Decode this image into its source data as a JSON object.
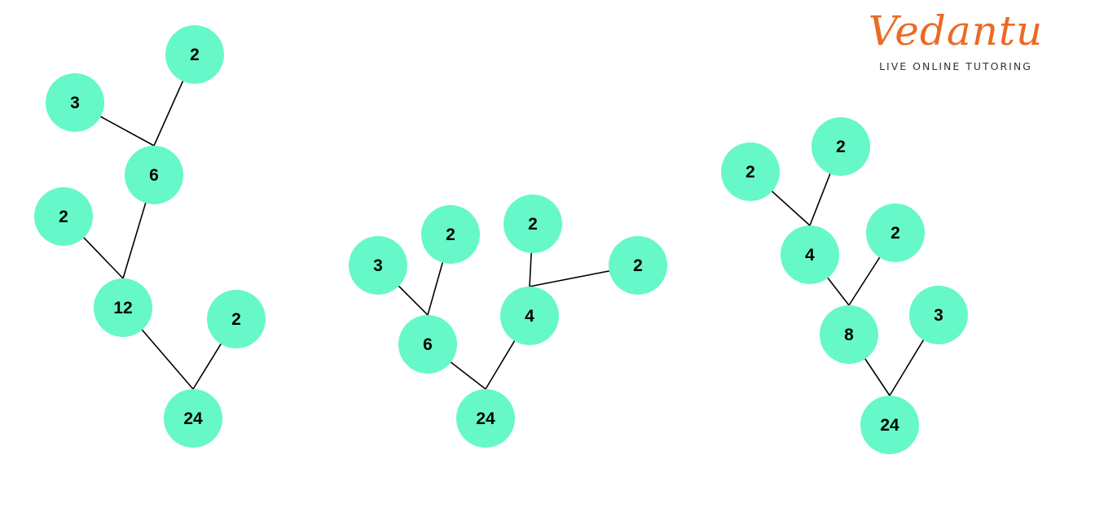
{
  "colors": {
    "node": "#66f8c8",
    "edge": "#000000",
    "brand": "#ec6a23"
  },
  "logo": {
    "wordmark": "Vedantu",
    "tagline": "LIVE ONLINE TUTORING"
  },
  "trees": [
    {
      "name": "factor-tree-1",
      "nodes": [
        "24",
        "12",
        "2",
        "2",
        "6",
        "3",
        "2"
      ],
      "edges": [
        [
          0,
          1
        ],
        [
          0,
          2
        ],
        [
          1,
          3
        ],
        [
          1,
          4
        ],
        [
          4,
          5
        ],
        [
          4,
          6
        ]
      ]
    },
    {
      "name": "factor-tree-2",
      "nodes": [
        "24",
        "6",
        "4",
        "3",
        "2",
        "2",
        "2"
      ],
      "edges": [
        [
          0,
          1
        ],
        [
          0,
          2
        ],
        [
          1,
          3
        ],
        [
          1,
          4
        ],
        [
          2,
          5
        ],
        [
          2,
          6
        ]
      ]
    },
    {
      "name": "factor-tree-3",
      "nodes": [
        "24",
        "8",
        "3",
        "4",
        "2",
        "2",
        "2"
      ],
      "edges": [
        [
          0,
          1
        ],
        [
          0,
          2
        ],
        [
          1,
          3
        ],
        [
          1,
          4
        ],
        [
          3,
          5
        ],
        [
          3,
          6
        ]
      ]
    }
  ]
}
